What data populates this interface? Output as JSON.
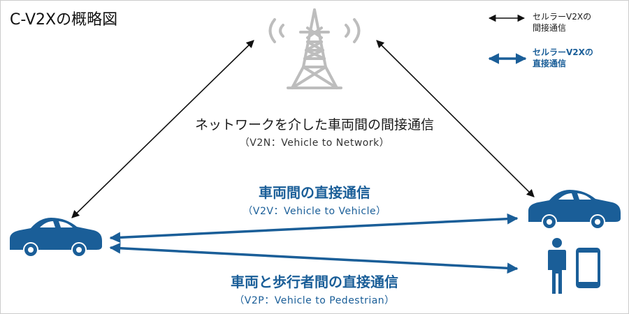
{
  "title": "C-V2Xの概略図",
  "v2n": {
    "label": "ネットワークを介した車両間の間接通信",
    "sub": "（V2N：Vehicle to Network）"
  },
  "v2v": {
    "label": "車両間の直接通信",
    "sub": "（V2V：Vehicle to Vehicle）"
  },
  "v2p": {
    "label": "車両と歩行者間の直接通信",
    "sub": "（V2P：Vehicle to Pedestrian）"
  },
  "legend": {
    "indirect_line1": "セルラーV2Xの",
    "indirect_line2": "間接通信",
    "direct_line1": "セルラーV2Xの",
    "direct_line2": "直接通信"
  },
  "colors": {
    "blue": "#1a5e98",
    "gray": "#bdbdbd",
    "black": "#111111"
  }
}
